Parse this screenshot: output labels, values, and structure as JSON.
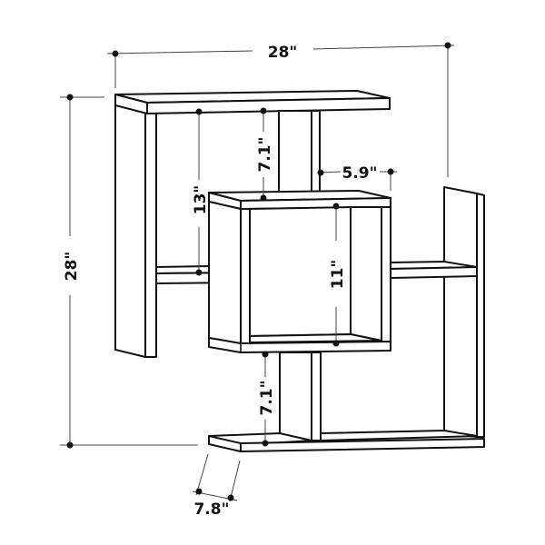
{
  "figure": {
    "subject": "Wall-mounted geometric bookshelf dimension diagram",
    "colors": {
      "line": "#111111",
      "dimension_line": "#444444",
      "background": "#ffffff"
    }
  },
  "dimensions": {
    "overall_width": "28\"",
    "overall_height": "28\"",
    "upper_left_opening_height": "13\"",
    "top_gap_height": "7.1\"",
    "post_offset_width": "5.9\"",
    "cube_inner_height": "11\"",
    "bottom_gap_height": "7.1\"",
    "depth": "7.8\""
  }
}
